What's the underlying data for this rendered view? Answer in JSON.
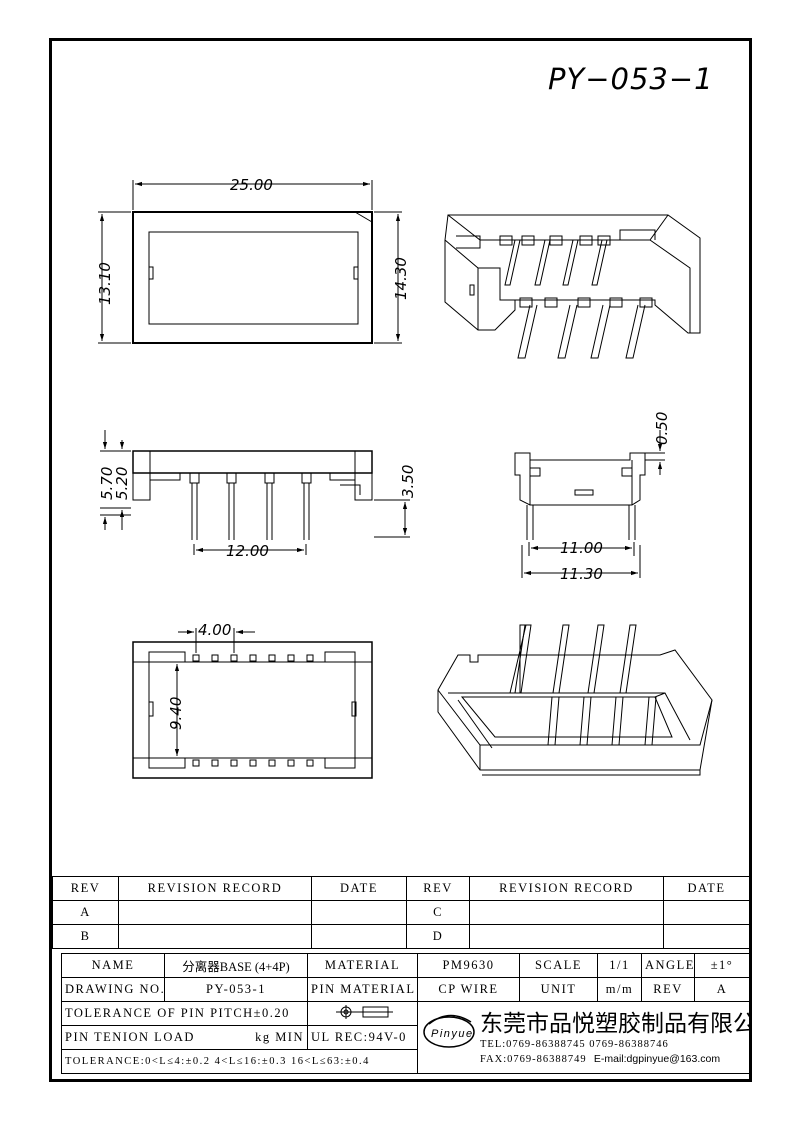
{
  "title": "PY−053−1",
  "dimensions": {
    "d1": "25.00",
    "d2": "13.10",
    "d3": "14.30",
    "d4": "5.70",
    "d5": "5.20",
    "d6": "3.50",
    "d7": "12.00",
    "d8": "0.50",
    "d9": "11.00",
    "d10": "11.30",
    "d11": "4.00",
    "d12": "9.40"
  },
  "revision_table": {
    "headers": [
      "REV",
      "REVISION RECORD",
      "DATE",
      "REV",
      "REVISION RECORD",
      "DATE"
    ],
    "rows": [
      [
        "A",
        "",
        "",
        "C",
        "",
        ""
      ],
      [
        "B",
        "",
        "",
        "D",
        "",
        ""
      ]
    ]
  },
  "info": {
    "name_label": "NAME",
    "name_value": "分离器BASE (4+4P)",
    "material_label": "MATERIAL",
    "material_value": "PM9630",
    "scale_label": "SCALE",
    "scale_value": "1/1",
    "angle_label": "ANGLE",
    "angle_value": "±1°",
    "drawing_no_label": "DRAWING NO.",
    "drawing_no_value": "PY-053-1",
    "pin_material_label": "PIN MATERIAL",
    "pin_material_value": "CP WIRE",
    "unit_label": "UNIT",
    "unit_value": "m/m",
    "rev_label": "REV",
    "rev_value": "A",
    "tolerance_pitch": "TOLERANCE OF PIN PITCH±0.20",
    "pin_load": "PIN TENION LOAD",
    "pin_load_unit": "kg MIN",
    "ul_rec": "UL REC:94V-0",
    "tolerance_full": "TOLERANCE:0<L≤4:±0.2  4<L≤16:±0.3  16<L≤63:±0.4",
    "logo_text": "Pinyue",
    "company": "东莞市品悦塑胶制品有限公司",
    "tel": "TEL:0769-86388745   0769-86388746",
    "fax": "FAX:0769-86388749",
    "email": "E-mail:dgpinyue@163.com"
  }
}
